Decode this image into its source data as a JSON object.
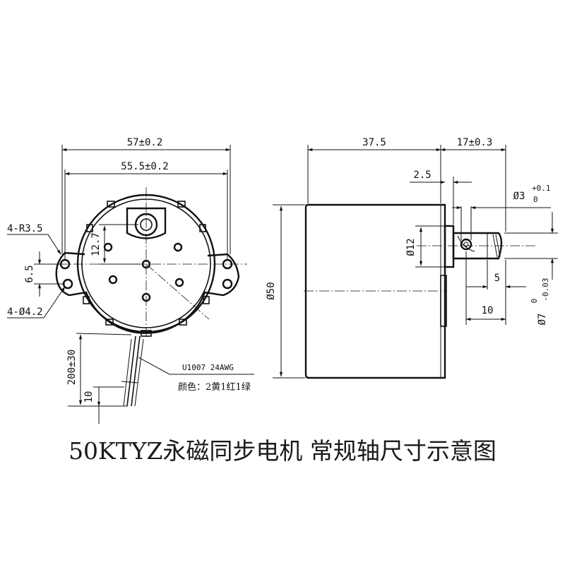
{
  "caption": "50KTYZ永磁同步电机 常规轴尺寸示意图",
  "front_view": {
    "dim_overall_width": "57±0.2",
    "dim_hole_spacing": "55.5±0.2",
    "dim_corner_radius": "4-R3.5",
    "dim_hole_vertical": "6.5",
    "dim_hole_diameter": "4-Ø4.2",
    "dim_shaft_offset": "12.7",
    "dim_lead_length": "200±30",
    "dim_strip_length": "10",
    "wire_spec": "U1007 24AWG",
    "wire_colors": "颜色：2黄1红1绿"
  },
  "side_view": {
    "dim_body_length": "37.5",
    "dim_shaft_length": "17±0.3",
    "dim_boss_length": "2.5",
    "dim_pin_hole": "Ø3",
    "dim_pin_hole_tol_upper": "+0.1",
    "dim_pin_hole_tol_lower": "0",
    "dim_boss_diameter": "Ø12",
    "dim_body_diameter": "Ø50",
    "dim_flat_length": "5",
    "dim_pin_distance": "10",
    "dim_shaft_diameter": "Ø7",
    "dim_shaft_tol_upper": "0",
    "dim_shaft_tol_lower": "-0.03"
  }
}
